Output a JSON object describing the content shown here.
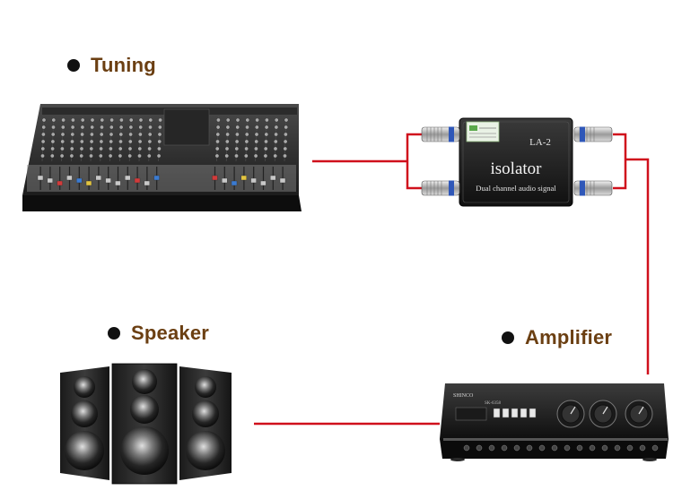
{
  "labels": {
    "tuning": "Tuning",
    "speaker": "Speaker",
    "amplifier": "Amplifier"
  },
  "isolator": {
    "model": "LA-2",
    "name": "isolator",
    "subtitle": "Dual channel audio signal"
  },
  "amplifier_device": {
    "brand": "SHINCO",
    "model": "SK-6358"
  },
  "colors": {
    "label_text": "#6b3f12",
    "cable": "#d0101c",
    "bullet": "#111111"
  },
  "icons": [
    "mixer-console-icon",
    "isolator-box-icon",
    "speaker-set-icon",
    "amplifier-icon",
    "xlr-connector-icon"
  ]
}
